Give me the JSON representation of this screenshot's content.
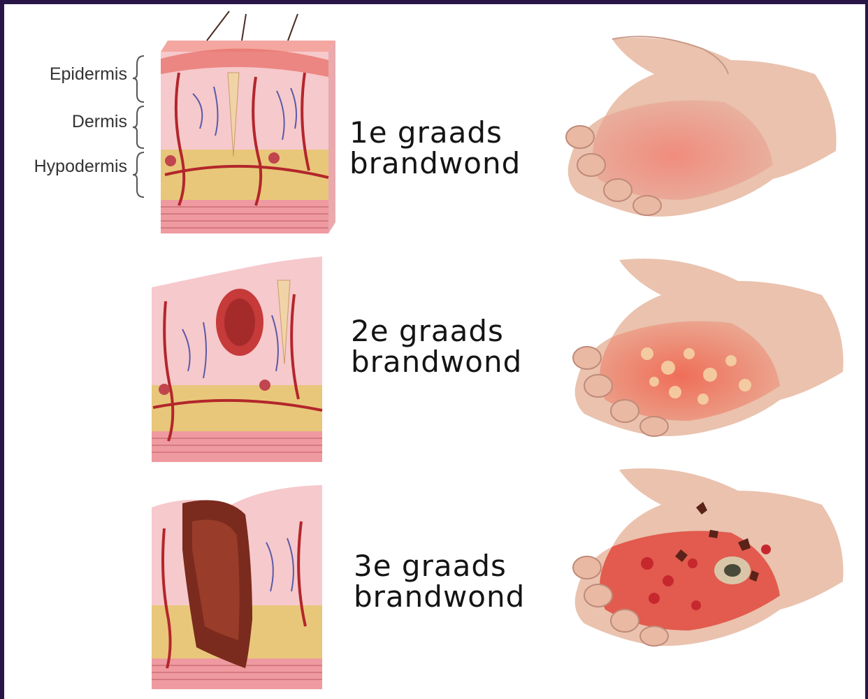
{
  "layers": {
    "epidermis": "Epidermis",
    "dermis": "Dermis",
    "hypodermis": "Hypodermis"
  },
  "degrees": [
    {
      "line1": "1e graads",
      "line2": "brandwond"
    },
    {
      "line1": "2e graads",
      "line2": "brandwond"
    },
    {
      "line1": "3e graads",
      "line2": "brandwond"
    }
  ],
  "colors": {
    "frame": "#2a1646",
    "background": "#ffffff",
    "skin_pink": "#f2b8bd",
    "fat_yellow": "#e8c77a",
    "vessel_red": "#b3262b",
    "vessel_blue": "#5a5aa8",
    "burn_red": "#d9473a",
    "char_dark": "#5a2218"
  }
}
